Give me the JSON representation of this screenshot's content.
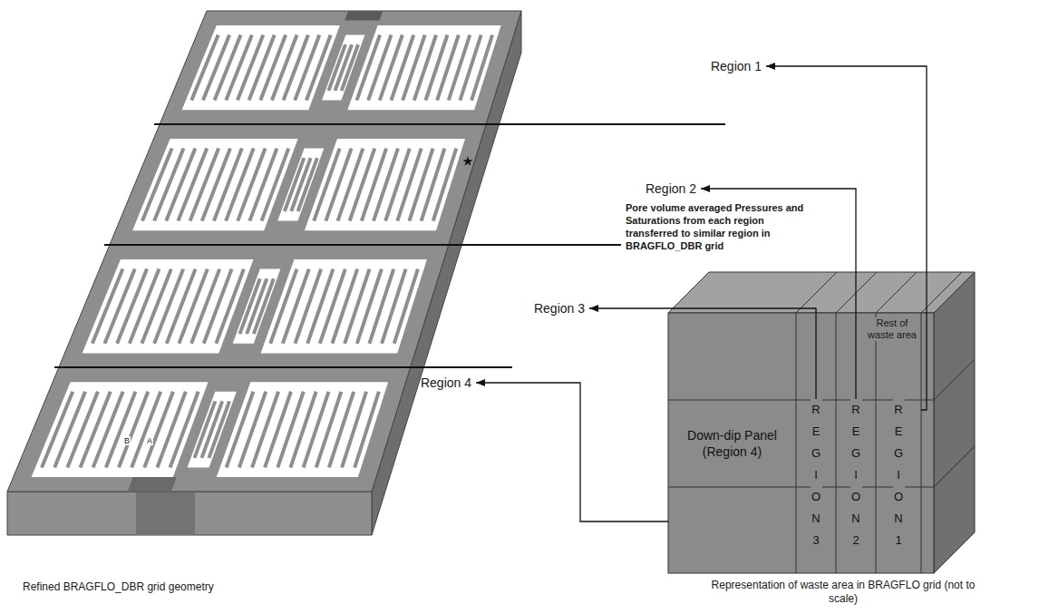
{
  "diagram": {
    "nodes": [
      {
        "text": [
          "Region 1"
        ]
      },
      {
        "text": [
          "Region 2"
        ]
      },
      {
        "text": [
          "Region 3"
        ]
      },
      {
        "text": [
          "Region 4"
        ]
      },
      {
        "text": [
          "Down-dip Panel (Region 4)"
        ]
      },
      {
        "text": [
          "R E G I O N 3"
        ]
      },
      {
        "text": [
          "R E G I O N 2"
        ]
      },
      {
        "text": [
          "R E G I O N 1"
        ]
      }
    ],
    "edges": [
      {
        "from": 7,
        "to": 0,
        "arrow": "to"
      },
      {
        "from": 6,
        "to": 1,
        "arrow": "to"
      },
      {
        "from": 5,
        "to": 2,
        "arrow": "to"
      },
      {
        "from": 4,
        "to": 3,
        "arrow": "to"
      }
    ],
    "labels": [
      "Pore volume averaged Pressures and Saturations from each region transferred to similar region in BRAGFLO_DBR grid",
      "Rest of waste area",
      "B",
      "A",
      "Refined BRAGFLO_DBR grid geometry",
      "Representation of waste area in BRAGFLO grid (not to scale)"
    ]
  }
}
